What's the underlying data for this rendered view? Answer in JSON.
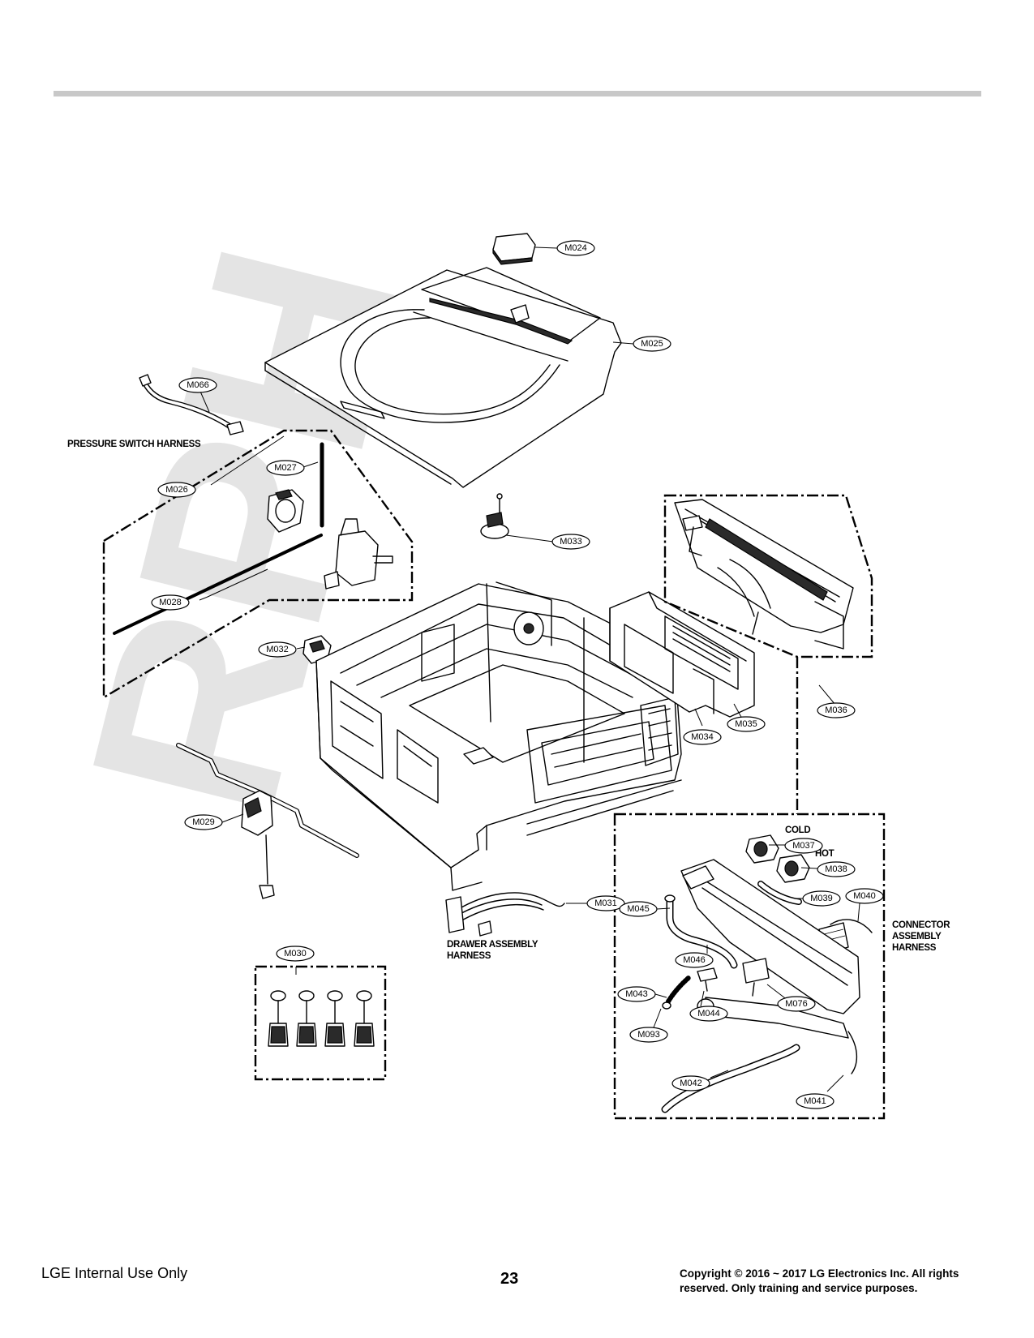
{
  "watermark": "RPH",
  "callouts": {
    "m024": "M024",
    "m025": "M025",
    "m026": "M026",
    "m027": "M027",
    "m028": "M028",
    "m029": "M029",
    "m030": "M030",
    "m031": "M031",
    "m032": "M032",
    "m033": "M033",
    "m034": "M034",
    "m035": "M035",
    "m036": "M036",
    "m037": "M037",
    "m038": "M038",
    "m039": "M039",
    "m040": "M040",
    "m041": "M041",
    "m042": "M042",
    "m043": "M043",
    "m044": "M044",
    "m045": "M045",
    "m046": "M046",
    "m066": "M066",
    "m076": "M076",
    "m093": "M093"
  },
  "labels": {
    "pressure_switch_harness": "PRESSURE SWITCH HARNESS",
    "drawer_assembly_harness_1": "DRAWER ASSEMBLY",
    "drawer_assembly_harness_2": "HARNESS",
    "connector_assembly_harness_1": "CONNECTOR",
    "connector_assembly_harness_2": "ASSEMBLY",
    "connector_assembly_harness_3": "HARNESS",
    "cold": "COLD",
    "hot": "HOT"
  },
  "footer": {
    "left": "LGE Internal Use Only",
    "page_number": "23",
    "copyright_line1": "Copyright © 2016 ~ 2017 LG Electronics Inc. All rights",
    "copyright_line2": "reserved. Only training and service purposes."
  }
}
